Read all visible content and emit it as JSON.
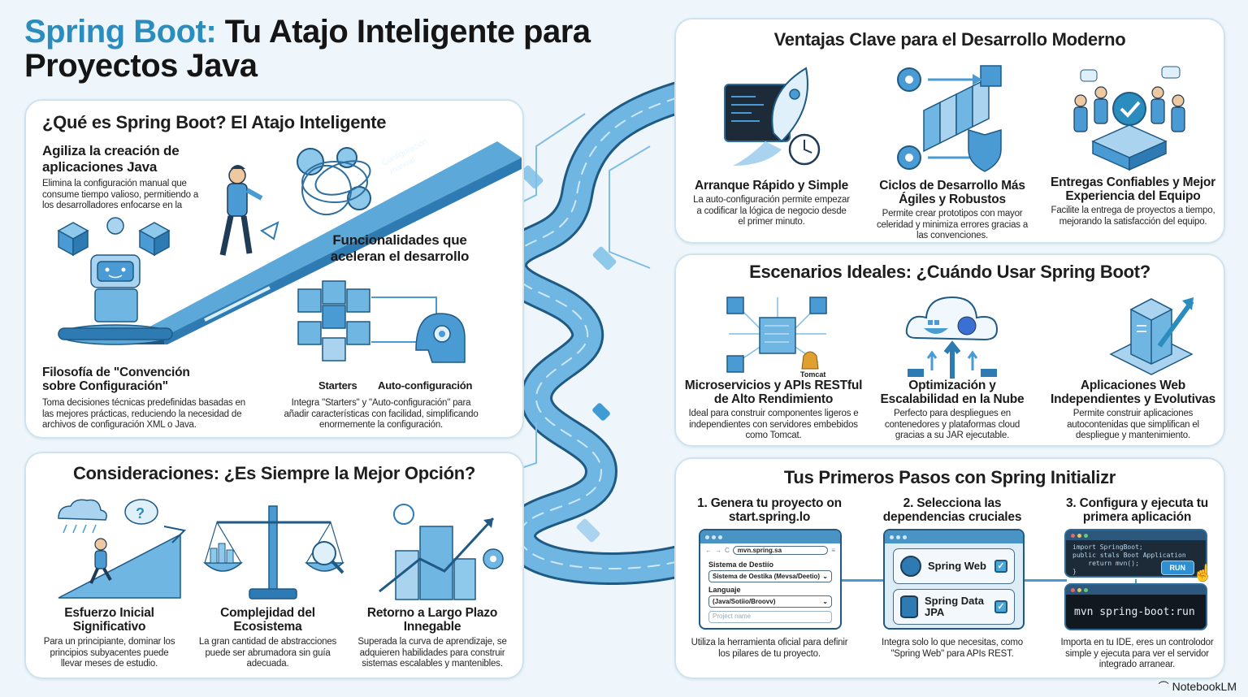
{
  "header": {
    "title_accent": "Spring Boot:",
    "title_rest_line1": " Tu Atajo Inteligente para",
    "title_line2": "Proyectos Java"
  },
  "what_is": {
    "title": "¿Qué es Spring Boot? El Atajo Inteligente",
    "agiliza": {
      "heading": "Agiliza la creación de aplicaciones Java",
      "text": "Elimina la configuración manual que consume tiempo valioso, permitiendo a los desarrolladores enfocarse en la"
    },
    "ramp_label": "Configuración manual",
    "funcionalidades": {
      "heading": "Funcionalidades que aceleran el desarrollo",
      "label_starters": "Starters",
      "label_auto": "Auto-configuración",
      "text": "Integra \"Starters\" y \"Auto-configuración\" para añadir características con facilidad, simplificando enormemente la configuración."
    },
    "filosofia": {
      "heading": "Filosofía de \"Convención sobre Configuración\"",
      "text": "Toma decisiones técnicas predefinidas basadas en las mejores prácticas, reduciendo la necesidad de archivos de configuración XML o Java."
    }
  },
  "considerations": {
    "title": "Consideraciones: ¿Es Siempre la Mejor Opción?",
    "items": [
      {
        "icon": "person-climbing-chart-icon",
        "heading": "Esfuerzo Inicial Significativo",
        "text": "Para un principiante, dominar los principios subyacentes puede llevar meses de estudio."
      },
      {
        "icon": "balance-scale-icon",
        "heading": "Complejidad del Ecosistema",
        "text": "La gran cantidad de abstracciones puede ser abrumadora sin guía adecuada."
      },
      {
        "icon": "city-growth-icon",
        "heading": "Retorno a Largo Plazo Innegable",
        "text": "Superada la curva de aprendizaje, se adquieren habilidades para construir sistemas escalables y mantenibles."
      }
    ]
  },
  "advantages": {
    "title": "Ventajas Clave para el Desarrollo Moderno",
    "items": [
      {
        "icon": "rocket-launch-icon",
        "heading": "Arranque Rápido y Simple",
        "text": "La auto-configuración permite empezar a codificar la lógica de negocio desde el primer minuto."
      },
      {
        "icon": "agile-cycle-icon",
        "heading": "Ciclos de Desarrollo Más Ágiles y Robustos",
        "text": "Permite crear prototipos con mayor celeridad y minimiza errores gracias a las convenciones."
      },
      {
        "icon": "team-checkmark-icon",
        "heading": "Entregas Confiables y Mejor Experiencia del Equipo",
        "text": "Facilite la entrega de proyectos a tiempo, mejorando la satisfacción del equipo."
      }
    ]
  },
  "scenarios": {
    "title": "Escenarios Ideales: ¿Cuándo Usar Spring Boot?",
    "tomcat_label": "Tomcat",
    "items": [
      {
        "icon": "microservices-cube-icon",
        "heading": "Microservicios y APIs RESTful de Alto Rendimiento",
        "text": "Ideal para construir componentes ligeros e independientes con servidores embebidos como Tomcat."
      },
      {
        "icon": "cloud-containers-icon",
        "heading": "Optimización y Escalabilidad en la Nube",
        "text": "Perfecto para despliegues en contenedores y plataformas cloud gracias a su JAR ejecutable."
      },
      {
        "icon": "server-growth-icon",
        "heading": "Aplicaciones Web Independientes y Evolutivas",
        "text": "Permite construir aplicaciones autocontenidas que simplifican el despliegue y mantenimiento."
      }
    ]
  },
  "first_steps": {
    "title": "Tus Primeros Pasos con Spring Initializr",
    "steps": [
      {
        "heading": "1. Genera tu proyecto on start.spring.lo",
        "text": "Utiliza la herramienta oficial para definir los pilares de tu proyecto."
      },
      {
        "heading": "2. Selecciona las dependencias cruciales",
        "text": "Integra solo lo que necesitas, como \"Spring Web\" para APIs REST."
      },
      {
        "heading": "3. Configura y ejecuta tu primera aplicación",
        "text": "Importa en tu IDE, eres un controlodor simple y ejecuta para ver el servidor integrado arranear."
      }
    ],
    "browser": {
      "url": "mvn.spring.sa",
      "build_label": "Sistema de Destiío",
      "build_value": "Sistema de Oestika (Mevsa/Deetio)",
      "lang_label": "Languaje",
      "lang_value": "(Java/Sotiio/Broovv)",
      "project_placeholder": "Project name"
    },
    "dependencies": [
      {
        "name": "Spring Web",
        "checked": "✓"
      },
      {
        "name": "Spring Data JPA",
        "checked": "✓"
      }
    ],
    "code": {
      "lines": "import SpringBoot;\npublic stals Boot Application\n    return mvn();\n}",
      "run_label": "RUN",
      "command": "mvn spring-boot:run"
    }
  },
  "footer": {
    "brand": "NotebookLM"
  },
  "colors": {
    "accent": "#2b8dbd",
    "primary_blue": "#3a8fc8",
    "light_blue": "#a9d3ee",
    "dark_blue": "#1f5a84",
    "background": "#eef6fb"
  }
}
